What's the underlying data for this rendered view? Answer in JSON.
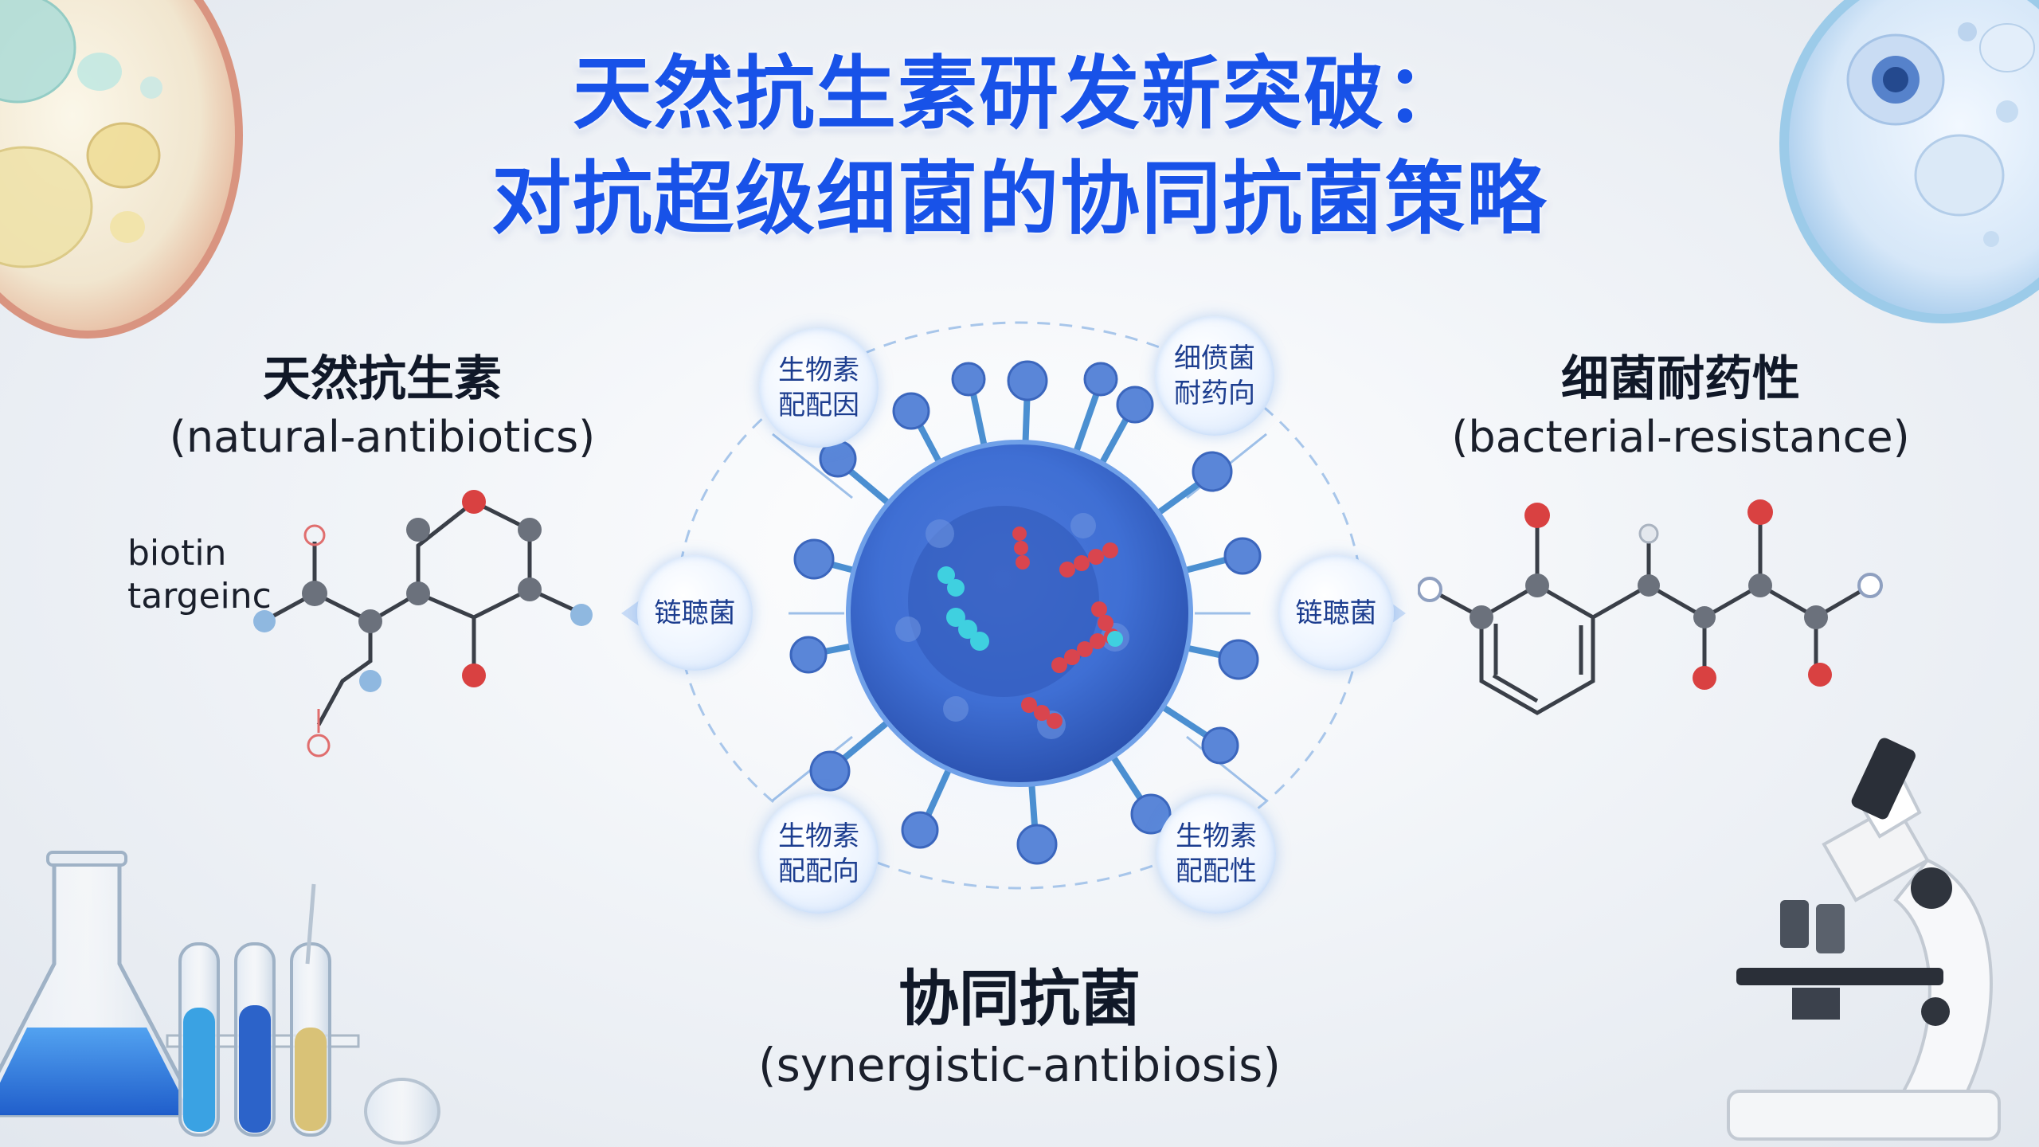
{
  "title": {
    "line1": "天然抗生素研发新突破：",
    "line2": "对抗超级细菌的协同抗菌策略"
  },
  "left_panel": {
    "heading": "天然抗生素",
    "subheading": "(natural-antibiotics)",
    "molecule_label_1": "biotin",
    "molecule_label_2": "targeinc"
  },
  "right_panel": {
    "heading": "细菌耐药性",
    "subheading": "(bacterial-resistance)"
  },
  "center": {
    "heading": "协同抗菌",
    "subheading": "(synergistic-antibiosis)"
  },
  "bubbles": {
    "top_left": [
      "生物素",
      "配配因"
    ],
    "top_right": [
      "细偾菌",
      "耐药向"
    ],
    "mid_left": [
      "链聴菌"
    ],
    "mid_right": [
      "链聴菌"
    ],
    "bottom_left": [
      "生物素",
      "配配向"
    ],
    "bottom_right": [
      "生物素",
      "配配性"
    ]
  },
  "colors": {
    "title": "#1852e8",
    "bubble_text": "#1c3d8f",
    "oxygen_atom": "#d94141",
    "carbon_atom": "#6b717c",
    "nitrogen_atom": "#8fb8e0",
    "virus_core": "#3f6fd4"
  }
}
